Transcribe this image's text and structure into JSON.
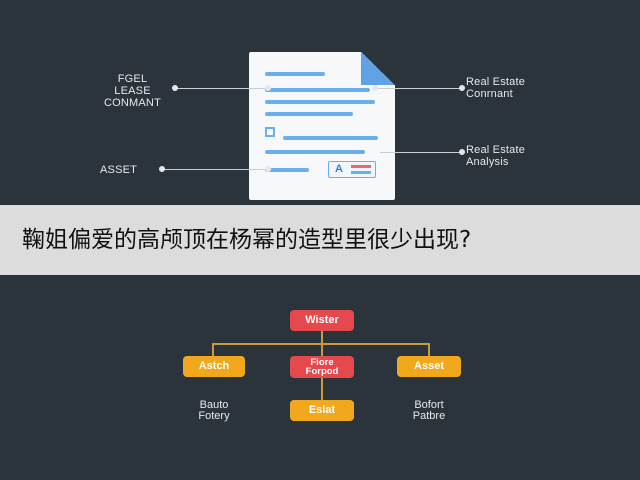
{
  "document_labels": {
    "left_top": [
      "FGEL",
      "LEASE",
      "CONMANT"
    ],
    "left_bottom": "ASSET",
    "right_top": [
      "Real Estate",
      "Conrnant"
    ],
    "right_bottom": [
      "Real Estate",
      "Analysis"
    ],
    "chip_letter": "A"
  },
  "banner": {
    "question": "鞠姐偏爱的高颅顶在杨幂的造型里很少出现?"
  },
  "org_chart": {
    "root": "Wister",
    "children": [
      {
        "label": "Astch",
        "caption": [
          "Bauto",
          "Fotery"
        ]
      },
      {
        "label": [
          "Fiore",
          "Forpod"
        ],
        "child": "Eslat"
      },
      {
        "label": "Asset",
        "caption": [
          "Bofort",
          "Patbre"
        ]
      }
    ]
  },
  "colors": {
    "background": "#2b333b",
    "accent_blue": "#6aaef0",
    "red": "#e5484d",
    "yellow": "#f2a81d",
    "banner": "#dcdcdc"
  }
}
